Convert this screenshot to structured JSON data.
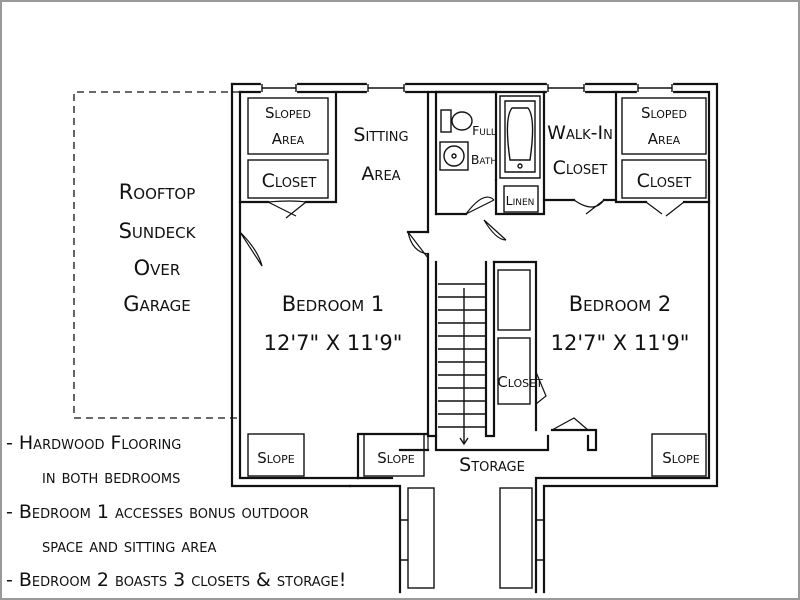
{
  "rooms": {
    "rooftop": [
      "Rooftop",
      "Sundeck",
      "Over",
      "Garage"
    ],
    "sloped_area": [
      "Sloped",
      "Area"
    ],
    "closet": "Closet",
    "sitting_area": [
      "Sitting",
      "Area"
    ],
    "full_bath": [
      "Full",
      "Bath"
    ],
    "linen": "Linen",
    "walk_in_closet": [
      "Walk-In",
      "Closet"
    ],
    "bedroom1": {
      "name": "Bedroom 1",
      "size": "12'7\" X 11'9\""
    },
    "bedroom2": {
      "name": "Bedroom 2",
      "size": "12'7\" X 11'9\""
    },
    "slope": "Slope",
    "storage": "Storage"
  },
  "notes": [
    "- Hardwood Flooring",
    "in both bedrooms",
    "- Bedroom 1 accesses bonus outdoor",
    "space and sitting area",
    "- Bedroom 2 boasts 3 closets & storage!"
  ]
}
